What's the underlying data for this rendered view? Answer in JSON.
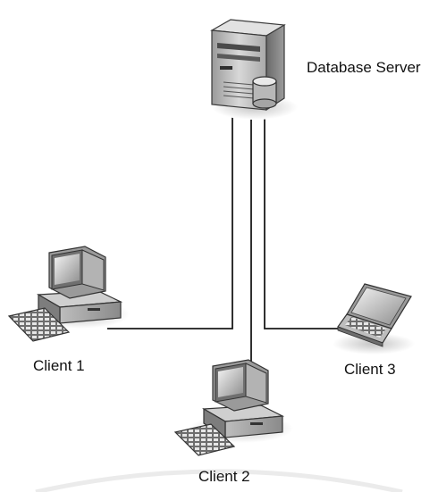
{
  "nodes": {
    "server": {
      "label": "Database Server",
      "icon": "server-tower-with-database-icon"
    },
    "client1": {
      "label": "Client 1",
      "icon": "desktop-computer-icon"
    },
    "client2": {
      "label": "Client 2",
      "icon": "desktop-computer-icon"
    },
    "client3": {
      "label": "Client 3",
      "icon": "laptop-icon"
    }
  },
  "connections": [
    {
      "from": "server",
      "to": "client1"
    },
    {
      "from": "server",
      "to": "client2"
    },
    {
      "from": "server",
      "to": "client3"
    }
  ]
}
